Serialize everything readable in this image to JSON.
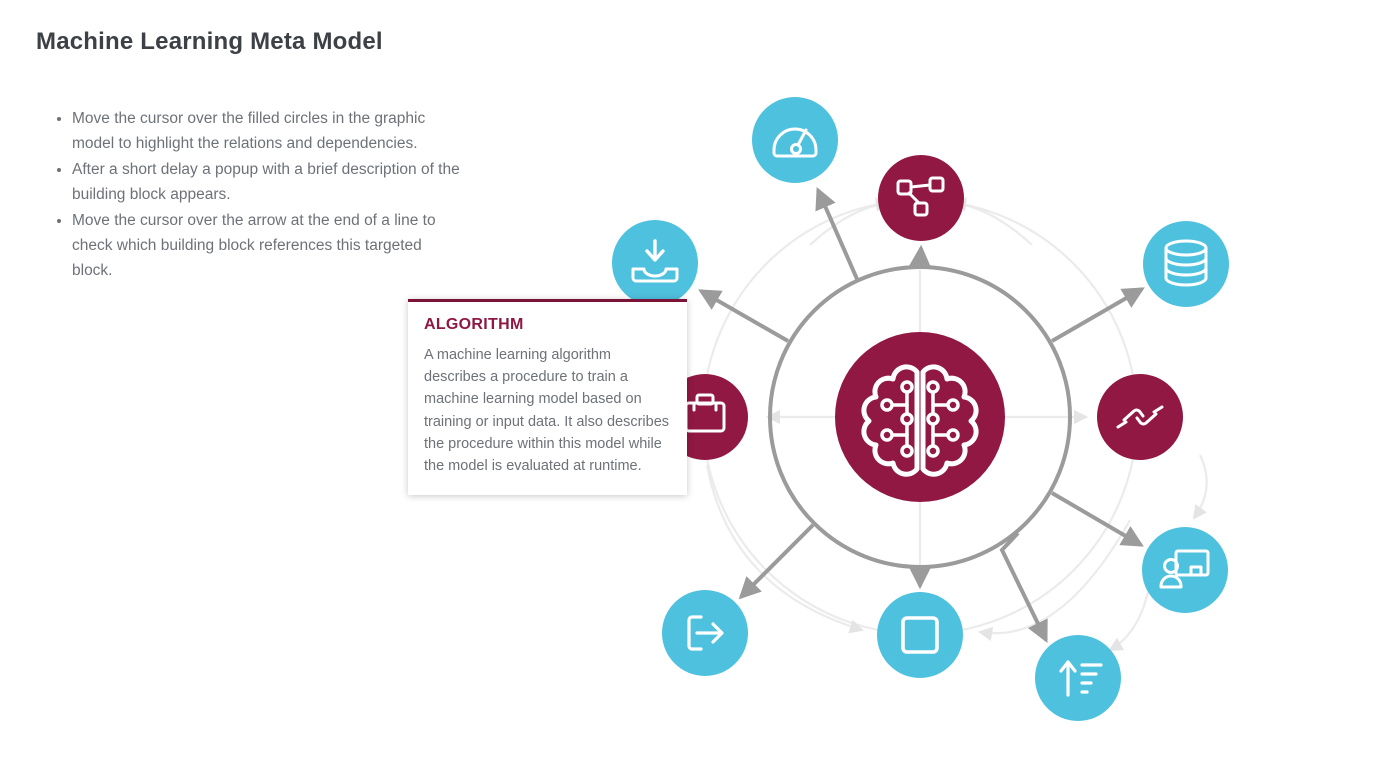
{
  "page": {
    "title": "Machine Learning Meta Model"
  },
  "instructions": {
    "items": [
      "Move the cursor over the filled circles in the graphic model to highlight the relations and dependencies.",
      "After a short delay a popup with a brief description of the building block appears.",
      "Move the cursor over the arrow at the end of a line to check which building block references this targeted block."
    ]
  },
  "popup": {
    "title": "ALGORITHM",
    "description": "A machine learning algorithm describes a procedure to train a machine learning model based on training or input data. It also describes the procedure within this model while the model is evaluated at runtime."
  },
  "diagram": {
    "colors": {
      "node_primary": "#911843",
      "node_secondary": "#4ec1de",
      "arrow": "#9b9b9b",
      "faded_relation": "#e9e9e9",
      "popup_border": "#7a1336",
      "icon": "#ffffff"
    },
    "center_node": {
      "icon": "brain-icon",
      "color": "#911843"
    },
    "nodes": [
      {
        "icon": "gauge-icon",
        "color": "#4ec1de"
      },
      {
        "icon": "graph-nodes-icon",
        "color": "#911843"
      },
      {
        "icon": "database-icon",
        "color": "#4ec1de"
      },
      {
        "icon": "inbox-download-icon",
        "color": "#4ec1de"
      },
      {
        "icon": "briefcase-icon",
        "color": "#911843"
      },
      {
        "icon": "handshake-icon",
        "color": "#911843"
      },
      {
        "icon": "presentation-icon",
        "color": "#4ec1de"
      },
      {
        "icon": "export-icon",
        "color": "#4ec1de"
      },
      {
        "icon": "square-icon",
        "color": "#4ec1de"
      },
      {
        "icon": "sort-ascending-icon",
        "color": "#4ec1de"
      }
    ]
  }
}
